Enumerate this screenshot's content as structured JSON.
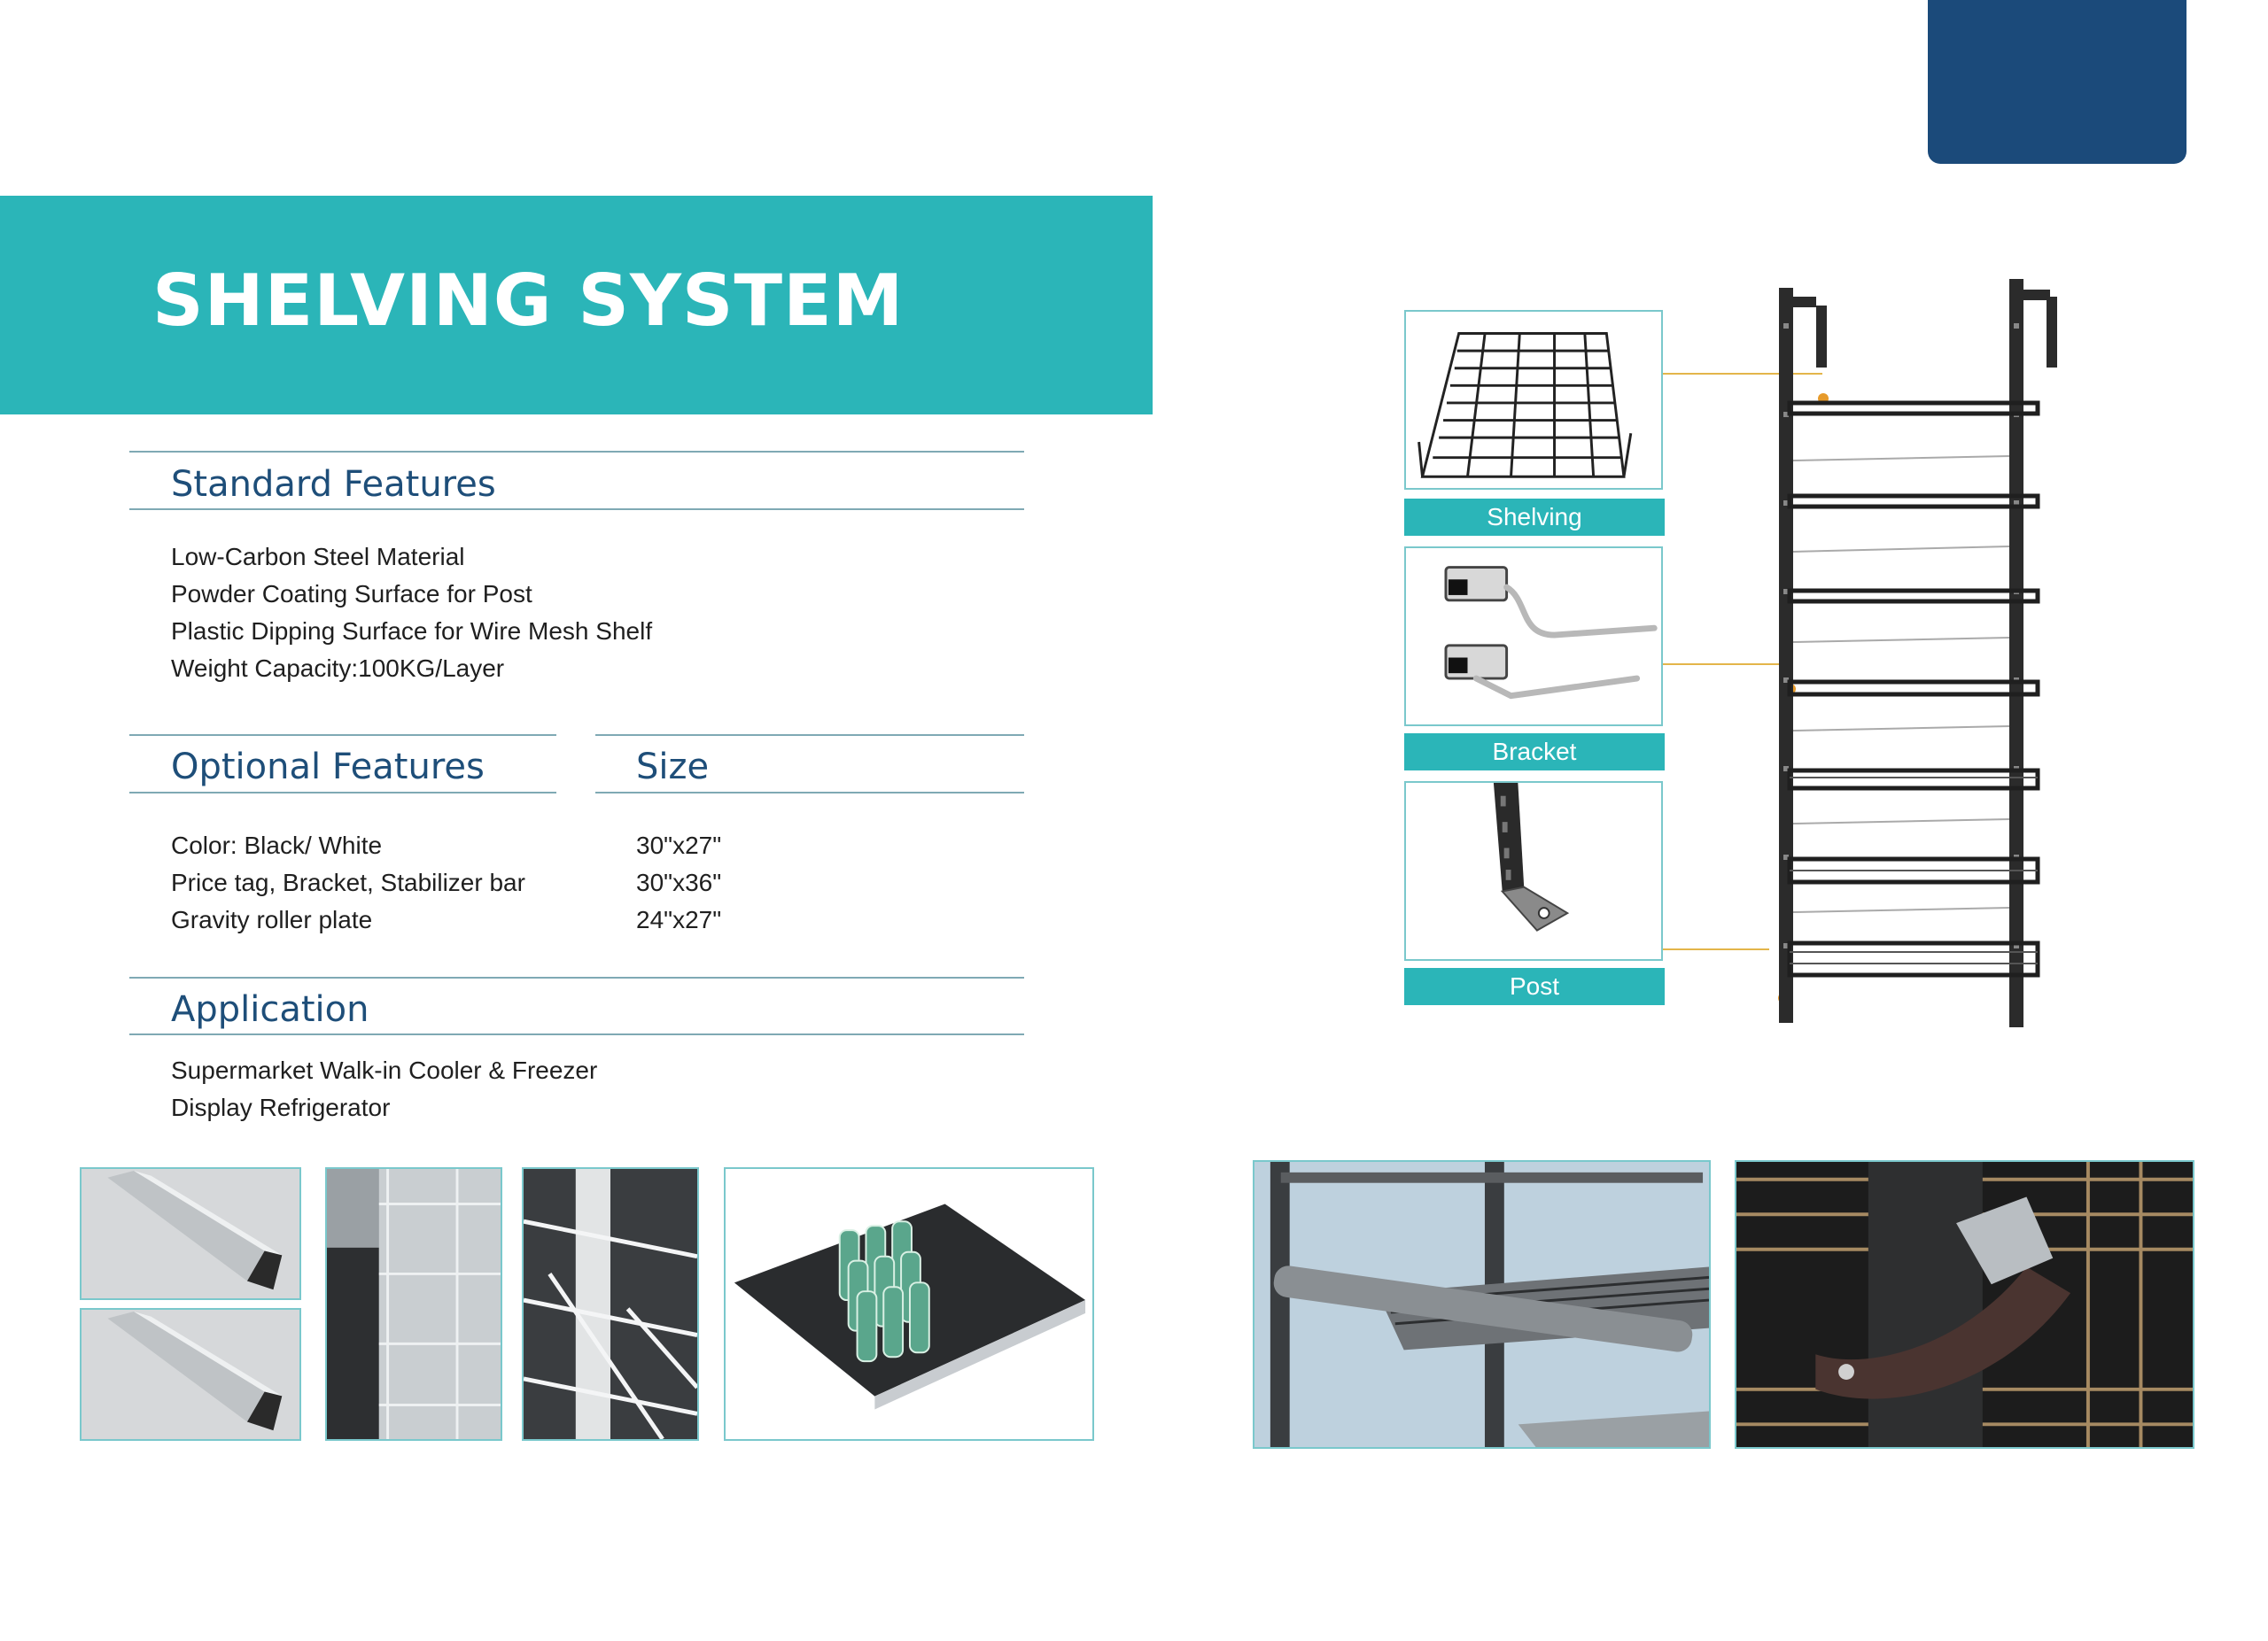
{
  "title": "SHELVING SYSTEM",
  "standard_features": {
    "heading": "Standard Features",
    "items": [
      "Low-Carbon Steel Material",
      "Powder Coating Surface for Post",
      "Plastic Dipping Surface for Wire Mesh Shelf",
      "Weight Capacity:100KG/Layer"
    ]
  },
  "optional_features": {
    "heading": "Optional Features",
    "items": [
      "Color: Black/ White",
      "Price tag, Bracket, Stabilizer bar",
      "Gravity roller plate"
    ]
  },
  "size": {
    "heading": "Size",
    "items": [
      "30\"x27\"",
      "30\"x36\"",
      "24\"x27\""
    ]
  },
  "application": {
    "heading": "Application",
    "items": [
      "Supermarket Walk-in Cooler & Freezer",
      "Display Refrigerator"
    ]
  },
  "parts": {
    "shelving": "Shelving",
    "bracket": "Bracket",
    "post": "Post"
  },
  "colors": {
    "teal": "#2bb5b8",
    "navy": "#1b4a7a",
    "heading_blue": "#1e4e79",
    "leader_gold": "#e3b54a"
  }
}
